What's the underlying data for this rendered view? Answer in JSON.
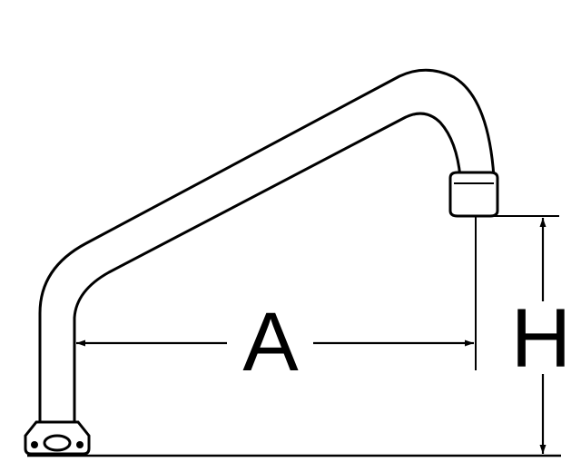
{
  "diagram": {
    "labels": {
      "reach": "A",
      "height": "H"
    },
    "colors": {
      "line": "#000000",
      "background": "#ffffff"
    },
    "icons": {
      "arrow": "arrow-head"
    }
  }
}
